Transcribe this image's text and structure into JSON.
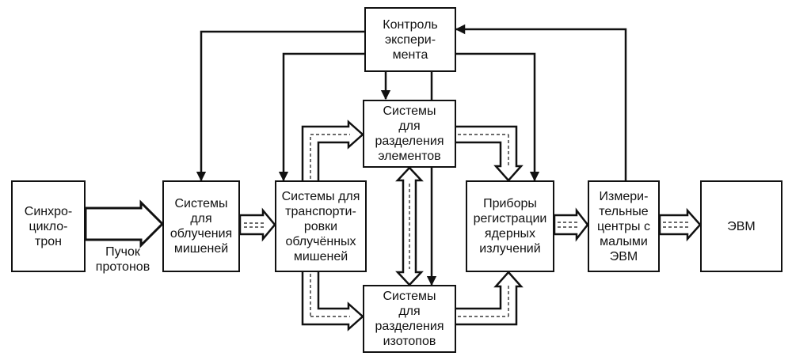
{
  "blocks": {
    "synchrocyclotron": "Синхро-\nцикло-\nтрон",
    "irradiation": "Системы\nдля\nоблучения\nмишеней",
    "transport": "Системы для\nтранспорти-\nровки\nоблучённых\nмишеней",
    "control": "Контроль\nэкспери-\nмента",
    "elements": "Системы\nдля\nразделения\nэлементов",
    "isotopes": "Системы\nдля\nразделения\nизотопов",
    "detectors": "Приборы\nрегистрации\nядерных\nизлучений",
    "measuring": "Измери-\nтельные\nцентры с\nмалыми\nЭВМ",
    "computer": "ЭВМ"
  },
  "labels": {
    "proton_beam": "Пучок\nпротонов"
  }
}
